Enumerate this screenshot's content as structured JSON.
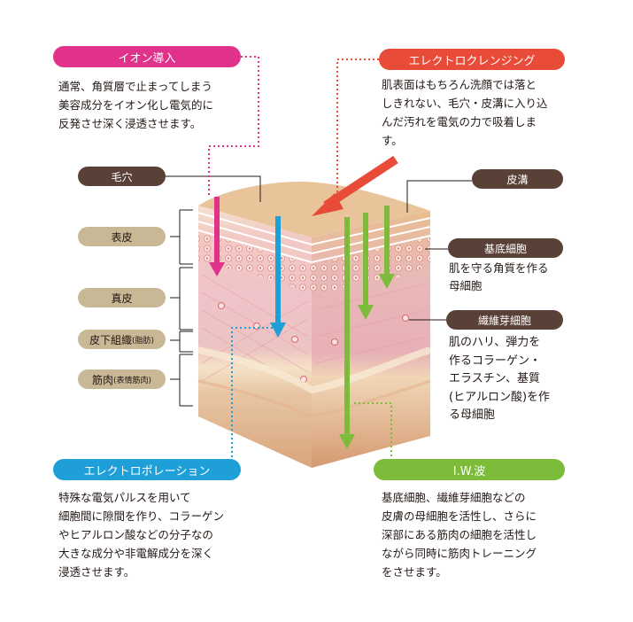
{
  "iontophoresis": {
    "title": "イオン導入",
    "text": "通常、角質層で止まってしまう\n美容成分をイオン化し電気的に\n反発させ深く浸透させます。",
    "color": "#e0328a"
  },
  "electro_cleansing": {
    "title": "エレクトロクレンジング",
    "text": "肌表面はもちろん洗顔では落と\nしきれない、毛穴・皮溝に入り込\nんだ汚れを電気の力で吸着しま\nす。",
    "color": "#e84b38"
  },
  "electroporation": {
    "title": "エレクトロポレーション",
    "text": "特殊な電気パルスを用いて\n細胞間に隙間を作り、コラーゲン\nやヒアルロン酸などの分子なの\n大きな成分や非電解成分を深く\n浸透させます。",
    "color": "#1e9fd8"
  },
  "iw_wave": {
    "title": "I.W.波",
    "text": "基底細胞、繊維芽細胞などの\n皮膚の母細胞を活性し、さらに\n深部にある筋肉の細胞を活性し\nながら同時に筋肉トレーニング\nをさせます。",
    "color": "#7dbb3a"
  },
  "left_labels": {
    "pore": "毛穴",
    "epidermis": "表皮",
    "dermis": "真皮",
    "subcutis": "皮下組織",
    "subcutis_note": "(脂肪)",
    "muscle": "筋肉",
    "muscle_note": "(表情筋肉)"
  },
  "right_labels": {
    "skin_groove": "皮溝",
    "basal_cell": "基底細胞",
    "basal_cell_desc": "肌を守る角質を作る\n母細胞",
    "fibroblast": "繊維芽細胞",
    "fibroblast_desc": "肌のハリ、弾力を\n作るコラーゲン・\nエラスチン、基質\n(ヒアルロン酸)を作\nる母細胞"
  }
}
